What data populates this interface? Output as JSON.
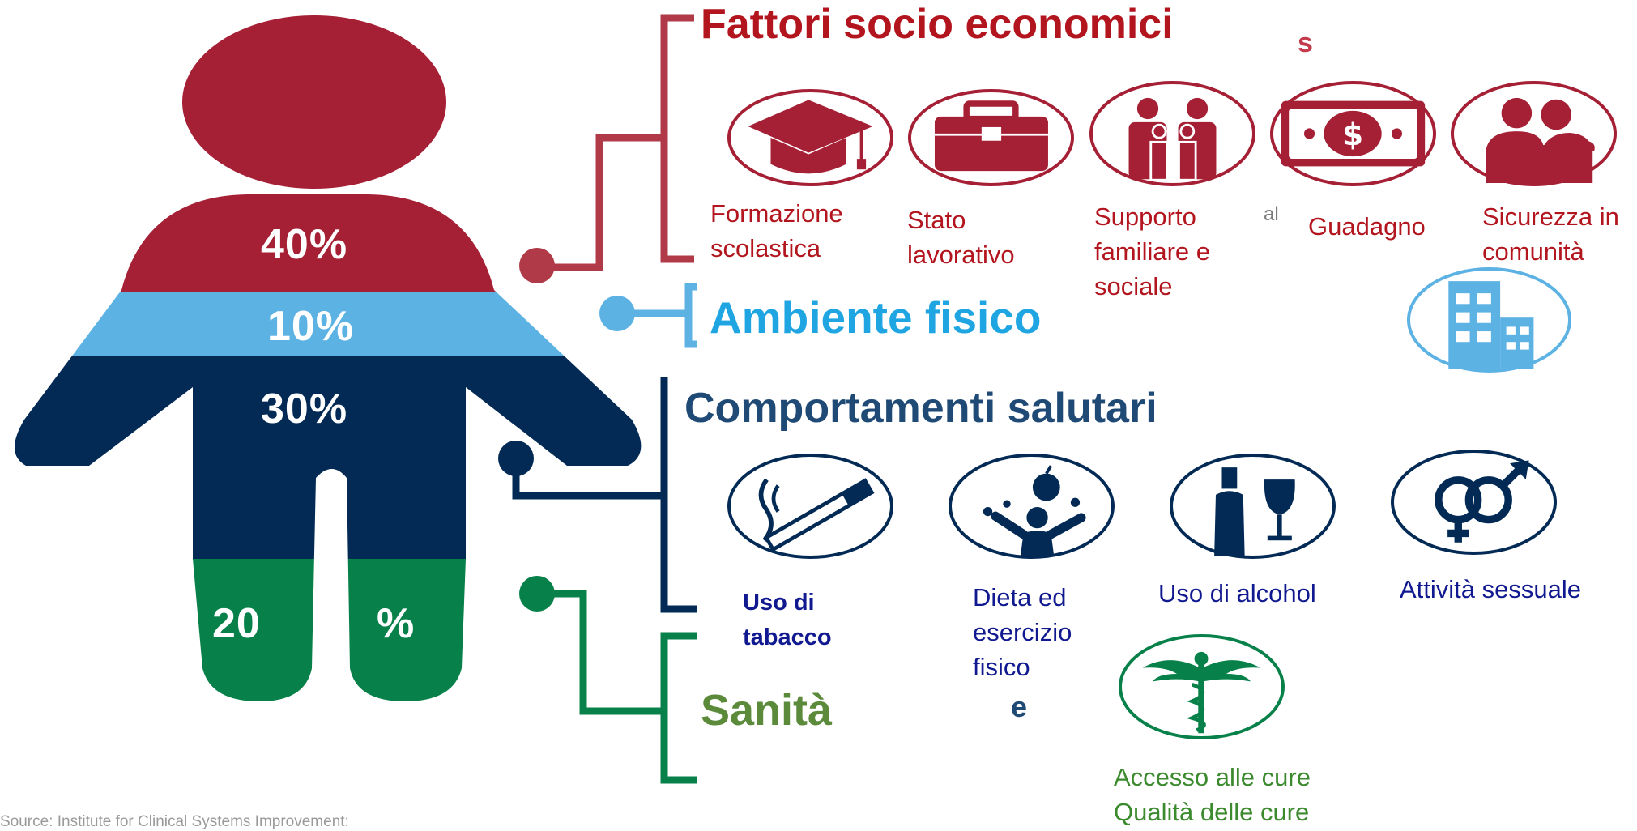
{
  "figure": {
    "percentages": [
      "40%",
      "10%",
      "30%",
      "20",
      "%"
    ],
    "colors": {
      "socio": "#a51f35",
      "ambiente": "#5db2e4",
      "comportamenti": "#022a55",
      "sanita": "#078149"
    }
  },
  "categories": {
    "socio": {
      "title": "Fattori socio economici",
      "items": [
        {
          "label": "Formazione\nscolastica",
          "icon": "graduation-cap-icon"
        },
        {
          "label": "Stato\nlavorativo",
          "icon": "toolbox-icon"
        },
        {
          "label": "Supporto\nfamiliare e\nsociale",
          "icon": "family-icon"
        },
        {
          "label": "Guadagno",
          "icon": "money-icon"
        },
        {
          "label": "Sicurezza in\ncomunità",
          "icon": "community-icon"
        }
      ],
      "fragments": [
        "s",
        "al"
      ]
    },
    "ambiente": {
      "title": "Ambiente fisico",
      "icon": "building-icon"
    },
    "comportamenti": {
      "title": "Comportamenti salutari",
      "items": [
        {
          "label": "Uso di\ntabacco",
          "icon": "cigarette-icon"
        },
        {
          "label": "Dieta ed\nesercizio\nfisico",
          "icon": "diet-exercise-icon"
        },
        {
          "label": "Uso di alcohol",
          "icon": "alcohol-icon"
        },
        {
          "label": "Attività sessuale",
          "icon": "gender-icon"
        }
      ]
    },
    "sanita": {
      "title": "Sanità",
      "icon": "caduceus-icon",
      "label": "Accesso alle cure\nQualità delle cure",
      "fragment": "e"
    }
  },
  "source": "Source: Institute for Clinical Systems Improvement:"
}
